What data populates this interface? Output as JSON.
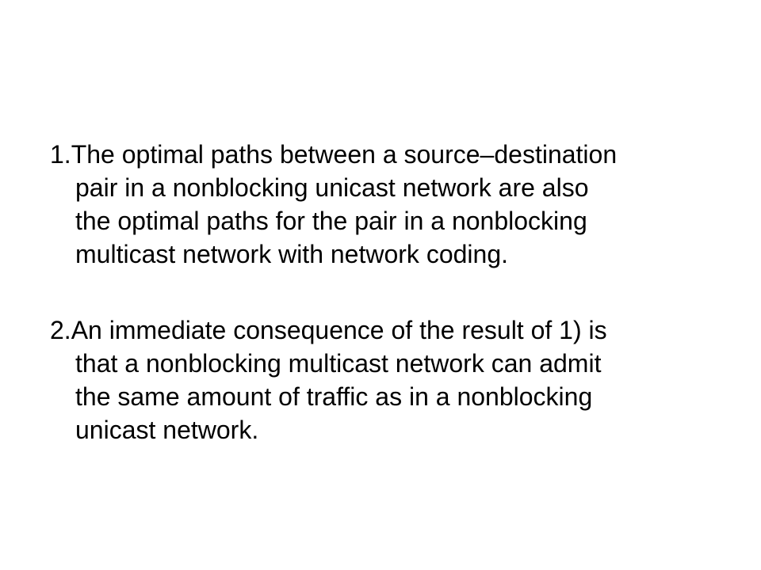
{
  "slide": {
    "items": [
      {
        "lines": [
          "1.The optimal paths between a source–destination",
          "pair in a nonblocking unicast network are also",
          "the optimal paths for the pair in a nonblocking",
          "multicast network with network coding."
        ]
      },
      {
        "lines": [
          "2.An immediate consequence of the result of 1) is",
          "that a nonblocking multicast network can admit",
          "the same amount of traffic as in a nonblocking",
          "unicast network."
        ]
      }
    ]
  }
}
